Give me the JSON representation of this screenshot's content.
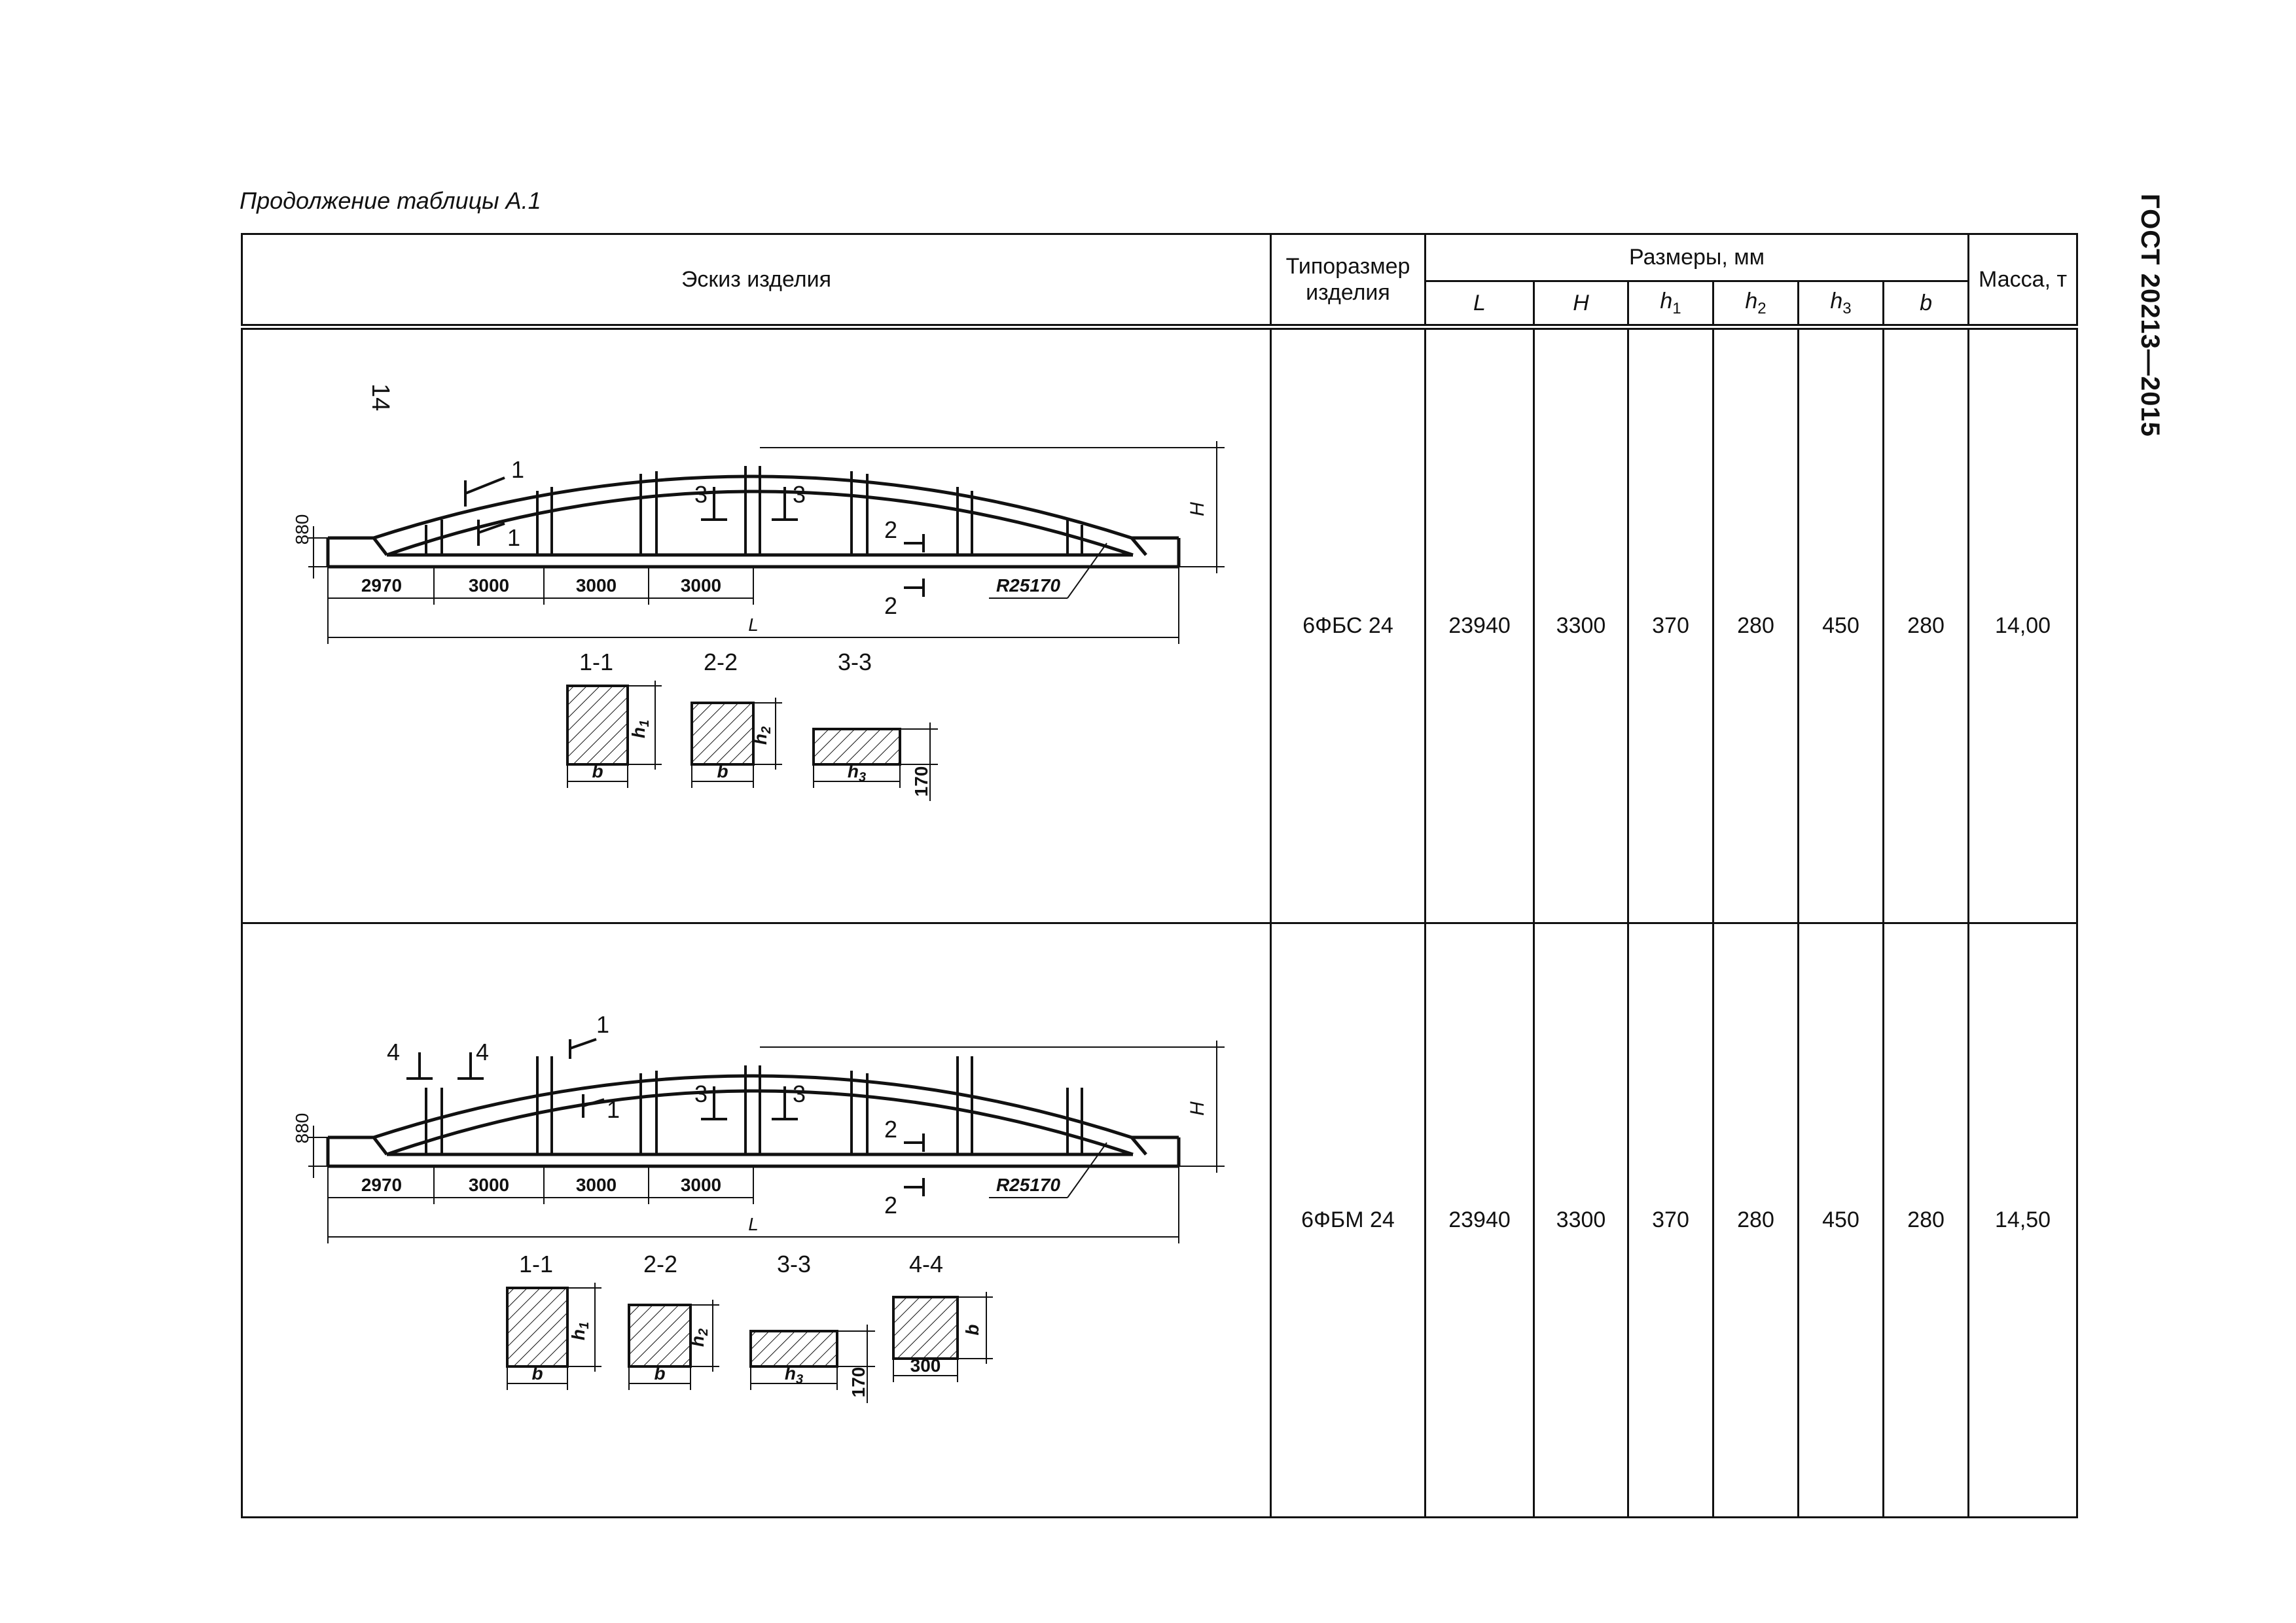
{
  "page": {
    "number": "14",
    "caption": "Продолжение таблицы А.1",
    "standard": "ГОСТ 20213—2015"
  },
  "table": {
    "headers": {
      "sketch": "Эскиз изделия",
      "type": "Типоразмер изделия",
      "dimensions_group": "Размеры, мм",
      "L": "L",
      "H": "H",
      "h1": "h",
      "h1_sub": "1",
      "h2": "h",
      "h2_sub": "2",
      "h3": "h",
      "h3_sub": "3",
      "b": "b",
      "mass": "Масса, т"
    },
    "rows": [
      {
        "type": "6ФБС 24",
        "L": "23940",
        "H": "3300",
        "h1": "370",
        "h2": "280",
        "h3": "450",
        "b": "280",
        "mass": "14,00"
      },
      {
        "type": "6ФБМ 24",
        "L": "23940",
        "H": "3300",
        "h1": "370",
        "h2": "280",
        "h3": "450",
        "b": "280",
        "mass": "14,50"
      }
    ]
  },
  "sketch1": {
    "dim_880": "880",
    "dim_H": "H",
    "dim_L": "L",
    "spans": [
      "2970",
      "3000",
      "3000",
      "3000"
    ],
    "radius": "R25170",
    "cut1": "1",
    "cut2": "2",
    "cut3": "3",
    "sections": {
      "s11": "1-1",
      "s22": "2-2",
      "s33": "3-3",
      "h1": "h",
      "h1_sub": "1",
      "h2": "h",
      "h2_sub": "2",
      "h3": "h",
      "h3_sub": "3",
      "b": "b",
      "dim_170": "170"
    }
  },
  "sketch2": {
    "dim_880": "880",
    "dim_H": "H",
    "dim_L": "L",
    "spans": [
      "2970",
      "3000",
      "3000",
      "3000"
    ],
    "radius": "R25170",
    "cut1": "1",
    "cut2": "2",
    "cut3": "3",
    "cut4": "4",
    "sections": {
      "s11": "1-1",
      "s22": "2-2",
      "s33": "3-3",
      "s44": "4-4",
      "h1": "h",
      "h1_sub": "1",
      "h2": "h",
      "h2_sub": "2",
      "h3": "h",
      "h3_sub": "3",
      "b": "b",
      "dim_170": "170",
      "dim_300": "300"
    }
  }
}
